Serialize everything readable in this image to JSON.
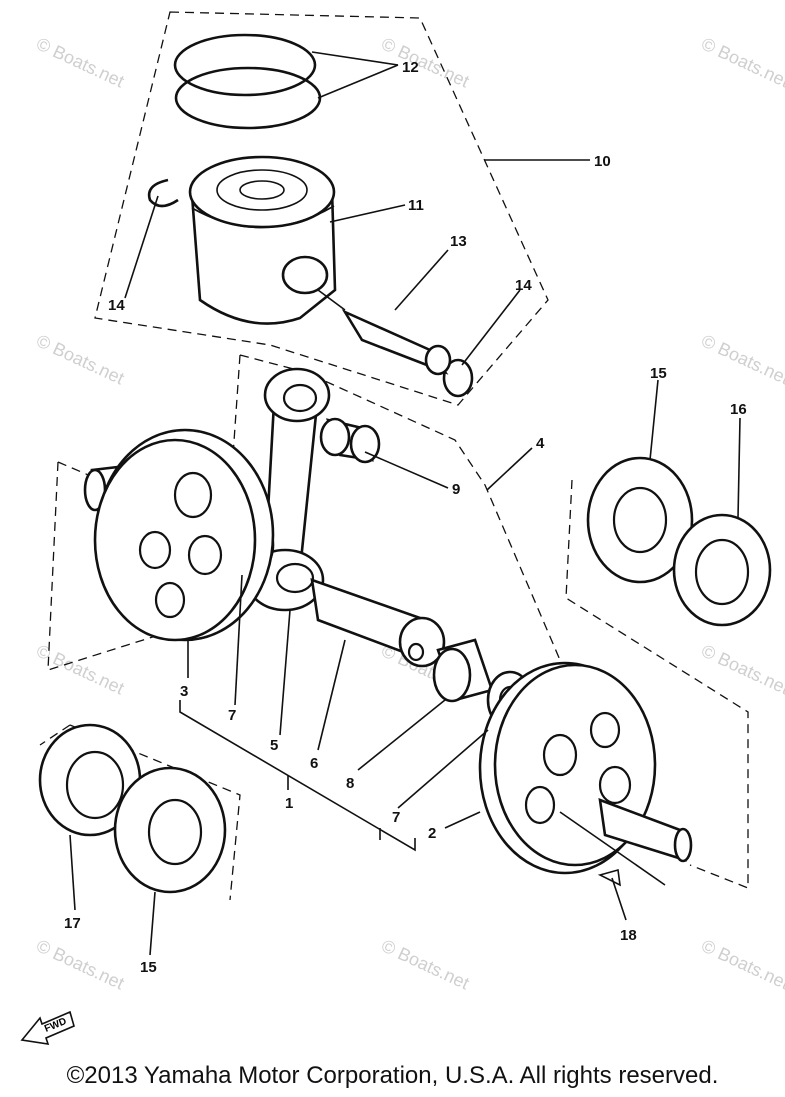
{
  "watermark": "© Boats.net",
  "labels": {
    "p1": "1",
    "p2": "2",
    "p3": "3",
    "p4": "4",
    "p5": "5",
    "p6": "6",
    "p7a": "7",
    "p7b": "7",
    "p8": "8",
    "p9": "9",
    "p10": "10",
    "p11": "11",
    "p12": "12",
    "p13": "13",
    "p14a": "14",
    "p14b": "14",
    "p15a": "15",
    "p15b": "15",
    "p16": "16",
    "p17": "17",
    "p18": "18"
  },
  "fwd_mark": "FWD",
  "copyright": "©2013 Yamaha Motor Corporation, U.S.A. All rights reserved."
}
